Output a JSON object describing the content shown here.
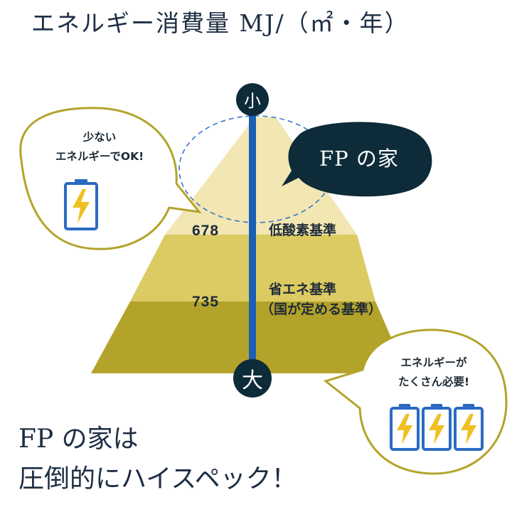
{
  "header": {
    "title": "エネルギー消費量 MJ/（㎡・年）"
  },
  "pyramid": {
    "top_label": "小",
    "bottom_label": "大",
    "fp_house_label": "FP の家",
    "tiers": [
      {
        "value": "678",
        "label_line1": "低酸素基準",
        "label_line2": ""
      },
      {
        "value": "735",
        "label_line1": "省エネ基準",
        "label_line2": "（国が定める基準）"
      }
    ]
  },
  "left_bubble": {
    "line1": "少ない",
    "line2": "エネルギーでOK!",
    "battery_icon": "battery-charging-icon"
  },
  "right_bubble": {
    "line1": "エネルギーが",
    "line2": "たくさん必要!",
    "battery_icon": "battery-charging-icon"
  },
  "footer": {
    "line1": "FP の家は",
    "line2": "圧倒的にハイスペック！"
  },
  "colors": {
    "navy": "#0d2b38",
    "axis_blue": "#1a5fb4",
    "tier_top": "#f2e6b3",
    "tier_middle": "#dccb62",
    "tier_bottom": "#b4a32a",
    "bubble_border": "#b4a32a",
    "battery_blue": "#2a6bc0",
    "bolt_yellow": "#f0c020",
    "dashed_blue": "#3a78c6"
  }
}
